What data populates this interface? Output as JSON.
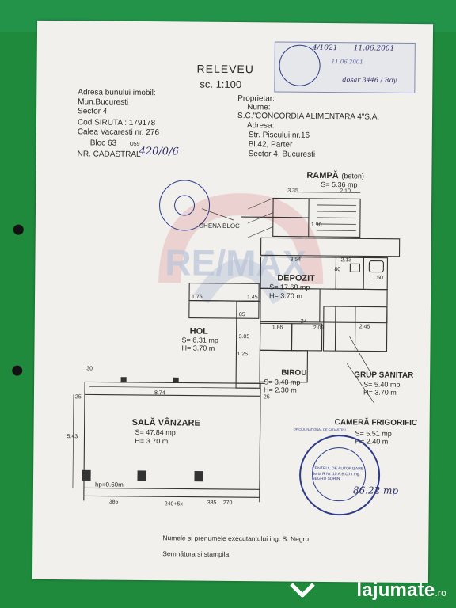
{
  "header": {
    "title": "RELEVEU",
    "scale": "sc. 1:100"
  },
  "property": {
    "heading": "Adresa bunului imobil:",
    "city": "Mun.Bucuresti",
    "sector": "Sector 4",
    "siruta": "Cod SIRUTA : 179178",
    "street": "Calea Vacaresti nr. 276",
    "bloc": "Bloc 63",
    "bloc_suffix": "U59",
    "cadastral_label": "NR. CADASTRAL",
    "cadastral_value": "420/0/6"
  },
  "owner": {
    "heading": "Proprietar:",
    "name_label": "Nume:",
    "name": "S.C.\"CONCORDIA ALIMENTARA 4\"S.A.",
    "address_label": "Adresa:",
    "street": "Str. Piscului nr.16",
    "bloc": "Bl.42, Parter",
    "sector": "Sector 4, Bucuresti"
  },
  "registration_stamp": {
    "number": "4/1021",
    "date": "11.06.2001",
    "line2": "11.06.2001",
    "signature": "dosar 3446 / Roy"
  },
  "rooms": {
    "ramp": {
      "label": "RAMPĂ",
      "note": "(beton)",
      "area": "S= 5.36 mp"
    },
    "depozit": {
      "label": "DEPOZIT",
      "area": "S= 17.68 mp",
      "height": "H= 3.70 m"
    },
    "hol": {
      "label": "HOL",
      "area": "S= 6.31 mp",
      "height": "H= 3.70 m"
    },
    "birou": {
      "label": "BIROU",
      "area": "S= 3.48 mp",
      "height": "H= 2.30 m"
    },
    "grup": {
      "label": "GRUP SANITAR",
      "area": "S= 5.40 mp",
      "height": "H= 3.70 m"
    },
    "camera": {
      "label": "CAMERĂ FRIGORIFIC",
      "area": "S= 5.51 mp",
      "height": "H= 2.40 m"
    },
    "sala": {
      "label": "SALĂ VÂNZARE",
      "area": "S= 47.84 mp",
      "height": "H= 3.70 m"
    },
    "ghena": "GHENA BLOC",
    "total": "86.22 mp",
    "hp": "hp=0.60m"
  },
  "dimensions": {
    "d335": "3.35",
    "d210": "2.10",
    "d354": "3.54",
    "d213": "2.13",
    "d190": "1.90",
    "d80": "80",
    "d150": "1.50",
    "d175": "1.75",
    "d145": "1.45",
    "d85": "85",
    "d305": "3.05",
    "d125": "1.25",
    "d186": "1.86",
    "d24": "24",
    "d209": "2.09",
    "d245": "2.45",
    "d874": "8.74",
    "d543": "5.43",
    "d30": "30",
    "d25a": "25",
    "d25b": "25",
    "d385a": "385",
    "d385b": "385",
    "d270": "270",
    "d240": "240+5x"
  },
  "footer": {
    "executant": "Numele si prenumele executantului ing. S. Negru",
    "signature": "Semnătura si stampila"
  },
  "seal": {
    "text": "CENTRUL DE AUTORIZARE Seria R Nr. 15 A.B.C.III Ing. NEGRU SORIN",
    "ring": "OFICIUL NATIONAL DE CADASTRU"
  },
  "brand": {
    "name": "lajumate",
    "tld": ".ro"
  },
  "colors": {
    "background": "#1f8a3c",
    "paper": "#f1f0ec",
    "stamp_ink": "#2d3b88",
    "watermark": "#d9a7a7"
  }
}
